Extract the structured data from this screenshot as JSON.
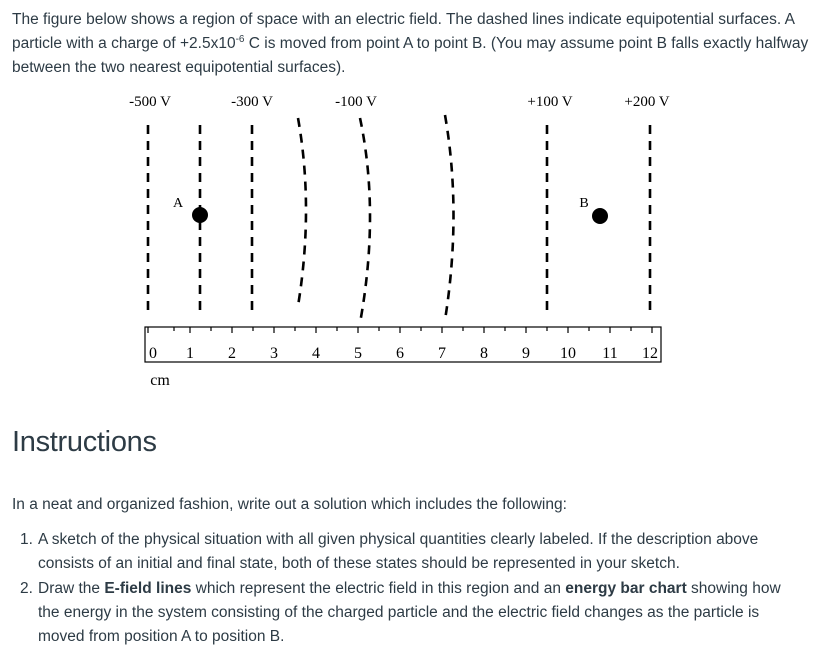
{
  "problem": {
    "text_before_exp": "The figure below shows a region of space with an electric field. The dashed lines indicate equipotential surfaces. A particle with a charge of +2.5x10",
    "exponent": "-6",
    "text_after_exp": " C is moved from point A to point B. (You may assume point B falls exactly halfway between the two nearest equipotential surfaces)."
  },
  "diagram": {
    "potential_labels": [
      "-500 V",
      "-300 V",
      "-100 V",
      "+100 V",
      "+200 V"
    ],
    "point_a_label": "A",
    "point_b_label": "B",
    "ruler_ticks": [
      "0",
      "1",
      "2",
      "3",
      "4",
      "5",
      "6",
      "7",
      "8",
      "9",
      "10",
      "11",
      "12"
    ],
    "ruler_unit": "cm"
  },
  "instructions": {
    "heading": "Instructions",
    "lead": "In a neat and organized fashion, write out a solution which includes the following:",
    "items": [
      {
        "number": "1.",
        "text": "A sketch of the physical situation with all given physical quantities clearly labeled. If the description above consists of an initial and final state, both of these states should be represented in your sketch."
      },
      {
        "number": "2.",
        "part1": "Draw the ",
        "bold1": "E-field lines",
        "part2": " which represent the electric field in this region and an ",
        "bold2": "energy bar chart",
        "part3": " showing how the energy in the system consisting of the charged particle and the electric field changes as the particle is moved from position A to position B."
      }
    ]
  }
}
